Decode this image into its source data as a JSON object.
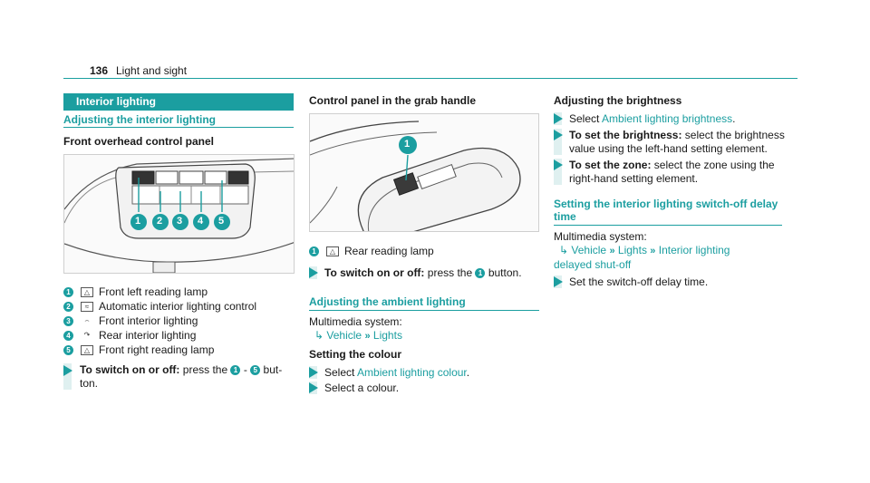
{
  "header": {
    "page_number": "136",
    "section": "Light and sight"
  },
  "left": {
    "section_bar": "Interior lighting",
    "subheading": "Adjusting the interior lighting",
    "panel_heading": "Front overhead control panel",
    "figure_callouts": [
      "1",
      "2",
      "3",
      "4",
      "5"
    ],
    "items": [
      {
        "num": "1",
        "icon": "reading-lamp-icon",
        "text": "Front left reading lamp"
      },
      {
        "num": "2",
        "icon": "auto-lighting-icon",
        "text": "Automatic interior lighting control"
      },
      {
        "num": "3",
        "icon": "front-interior-light-icon",
        "text": "Front interior lighting"
      },
      {
        "num": "4",
        "icon": "rear-interior-light-icon",
        "text": "Rear interior lighting"
      },
      {
        "num": "5",
        "icon": "reading-lamp-icon",
        "text": "Front right reading lamp"
      }
    ],
    "step": {
      "bold": "To switch on or off:",
      "pre": "press the",
      "n1": "1",
      "dash": "-",
      "n2": "5",
      "post": "but-",
      "post2": "ton."
    }
  },
  "middle": {
    "panel_heading": "Control panel in the grab handle",
    "figure_callout": "1",
    "item": {
      "num": "1",
      "icon": "reading-lamp-icon",
      "text": "Rear reading lamp"
    },
    "step": {
      "bold": "To switch on or off:",
      "pre": "press the",
      "n": "1",
      "post": "button."
    },
    "ambient_heading": "Adjusting the ambient lighting",
    "ms_label": "Multimedia system:",
    "ms_path": [
      "Vehicle",
      "Lights"
    ],
    "colour_heading": "Setting the colour",
    "step2": {
      "pre": "Select",
      "link": "Ambient lighting colour",
      "post": "."
    },
    "step3": {
      "text": "Select a colour."
    }
  },
  "right": {
    "brightness_heading": "Adjusting the brightness",
    "step1": {
      "pre": "Select",
      "link": "Ambient lighting brightness",
      "post": "."
    },
    "step2": {
      "bold": "To set the brightness:",
      "line1": "select the brightness",
      "line2": "value using the left-hand setting element."
    },
    "step3": {
      "bold": "To set the zone:",
      "line1": "select the zone using the",
      "line2": "right-hand setting element."
    },
    "switchoff_heading_l1": "Setting the interior lighting switch-off delay",
    "switchoff_heading_l2": "time",
    "ms_label": "Multimedia system:",
    "ms_path": [
      "Vehicle",
      "Lights",
      "Interior lighting"
    ],
    "ms_path_tail": "delayed shut-off",
    "step4": {
      "text": "Set the switch-off delay time."
    }
  },
  "colors": {
    "accent": "#1b9ea0",
    "arrow_bg": "#dff0f0"
  }
}
